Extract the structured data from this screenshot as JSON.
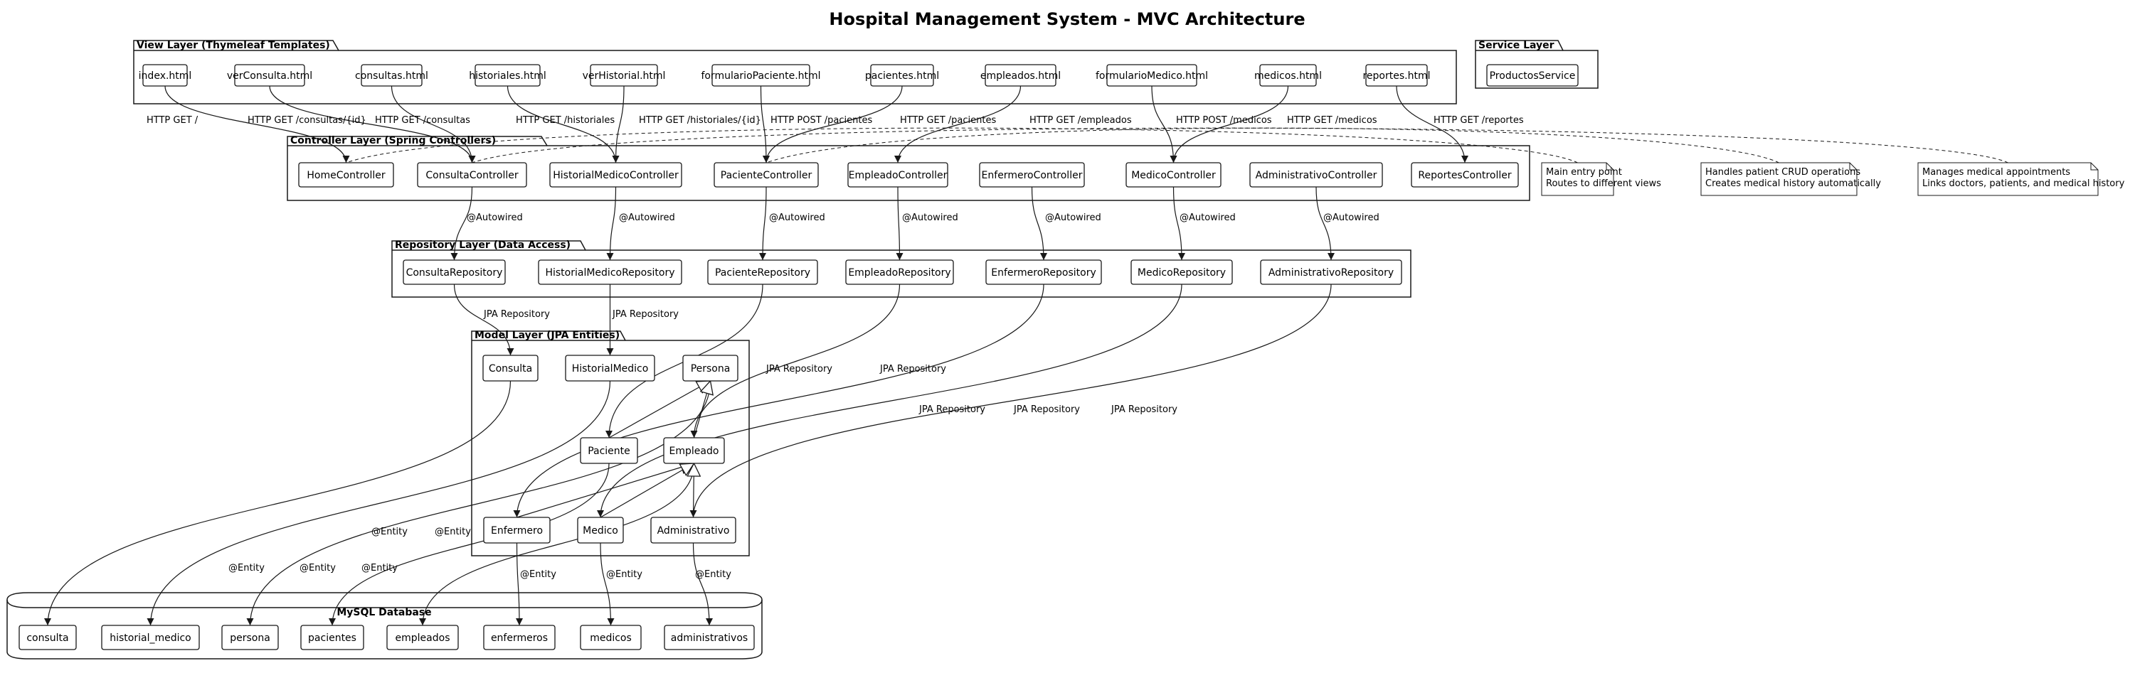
{
  "title": "Hospital Management System - MVC Architecture",
  "packages": {
    "view": "View Layer (Thymeleaf Templates)",
    "service": "Service Layer",
    "controller": "Controller Layer (Spring Controllers)",
    "repository": "Repository Layer (Data Access)",
    "model": "Model Layer (JPA Entities)",
    "database": "MySQL Database"
  },
  "nodes": {
    "v_index": "index.html",
    "v_verConsulta": "verConsulta.html",
    "v_consultas": "consultas.html",
    "v_historiales": "historiales.html",
    "v_verHistorial": "verHistorial.html",
    "v_formPaciente": "formularioPaciente.html",
    "v_pacientes": "pacientes.html",
    "v_empleados": "empleados.html",
    "v_formMedico": "formularioMedico.html",
    "v_medicos": "medicos.html",
    "v_reportes": "reportes.html",
    "s_productos": "ProductosService",
    "c_home": "HomeController",
    "c_consulta": "ConsultaController",
    "c_historial": "HistorialMedicoController",
    "c_paciente": "PacienteController",
    "c_empleado": "EmpleadoController",
    "c_enfermero": "EnfermeroController",
    "c_medico": "MedicoController",
    "c_administrativo": "AdministrativoController",
    "c_reportes": "ReportesController",
    "r_consulta": "ConsultaRepository",
    "r_historial": "HistorialMedicoRepository",
    "r_paciente": "PacienteRepository",
    "r_empleado": "EmpleadoRepository",
    "r_enfermero": "EnfermeroRepository",
    "r_medico": "MedicoRepository",
    "r_administrativo": "AdministrativoRepository",
    "m_consulta": "Consulta",
    "m_historial": "HistorialMedico",
    "m_persona": "Persona",
    "m_paciente": "Paciente",
    "m_empleado": "Empleado",
    "m_enfermero": "Enfermero",
    "m_medico": "Medico",
    "m_administrativo": "Administrativo",
    "d_consulta": "consulta",
    "d_historial": "historial_medico",
    "d_persona": "persona",
    "d_pacientes": "pacientes",
    "d_empleados": "empleados",
    "d_enfermeros": "enfermeros",
    "d_medicos": "medicos",
    "d_administrativos": "administrativos"
  },
  "notes": {
    "n_home": [
      "Main entry point",
      "Routes to different views"
    ],
    "n_paciente": [
      "Handles patient CRUD operations",
      "Creates medical history automatically"
    ],
    "n_consulta": [
      "Manages medical appointments",
      "Links doctors, patients, and medical history"
    ]
  },
  "edge_labels": {
    "http_root": "HTTP GET /",
    "http_consulta_id": "HTTP GET /consultas/{id}",
    "http_consultas": "HTTP GET /consultas",
    "http_historiales": "HTTP GET /historiales",
    "http_historial_id": "HTTP GET /historiales/{id}",
    "http_post_pacientes": "HTTP POST /pacientes",
    "http_get_pacientes": "HTTP GET /pacientes",
    "http_empleados": "HTTP GET /empleados",
    "http_post_medicos": "HTTP POST /medicos",
    "http_get_medicos": "HTTP GET /medicos",
    "http_reportes": "HTTP GET /reportes",
    "autowired": "@Autowired",
    "jpa": "JPA Repository",
    "entity": "@Entity"
  }
}
